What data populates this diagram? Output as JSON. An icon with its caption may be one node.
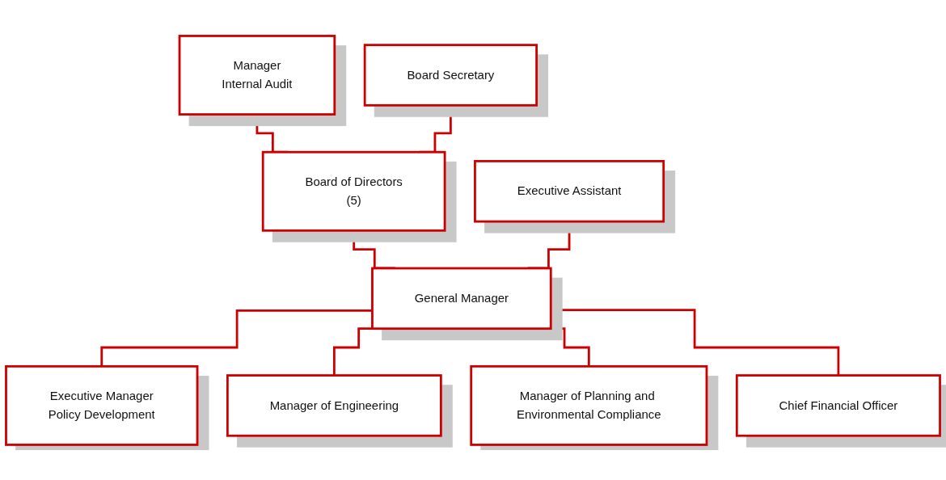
{
  "diagram": {
    "nodes": [
      {
        "text": [
          "Manager",
          "Internal Audit"
        ]
      },
      {
        "text": [
          "Board of Directors",
          "(5)"
        ]
      },
      {
        "text": [
          "Board Secretary"
        ]
      },
      {
        "text": [
          "Executive Assistant"
        ]
      },
      {
        "text": [
          "General Manager"
        ]
      },
      {
        "text": [
          "Executive Manager",
          "Policy Development"
        ]
      },
      {
        "text": [
          "Manager of Engineering"
        ]
      },
      {
        "text": [
          "Manager of Planning and Environmental Compliance"
        ]
      },
      {
        "text": [
          "Chief Financial Officer"
        ]
      }
    ],
    "edges": [
      {
        "from": 0,
        "to": 1,
        "arrow": "none",
        "color": "#cc0000"
      },
      {
        "from": 2,
        "to": 1,
        "arrow": "none",
        "color": "#cc0000"
      },
      {
        "from": 1,
        "to": 4,
        "arrow": "none",
        "color": "#cc0000"
      },
      {
        "from": 3,
        "to": 4,
        "arrow": "none",
        "color": "#cc0000"
      },
      {
        "from": 4,
        "to": 5,
        "arrow": "none",
        "color": "#cc0000"
      },
      {
        "from": 4,
        "to": 6,
        "arrow": "none",
        "color": "#cc0000"
      },
      {
        "from": 4,
        "to": 7,
        "arrow": "none",
        "color": "#cc0000"
      },
      {
        "from": 4,
        "to": 8,
        "arrow": "none",
        "color": "#cc0000"
      }
    ]
  }
}
